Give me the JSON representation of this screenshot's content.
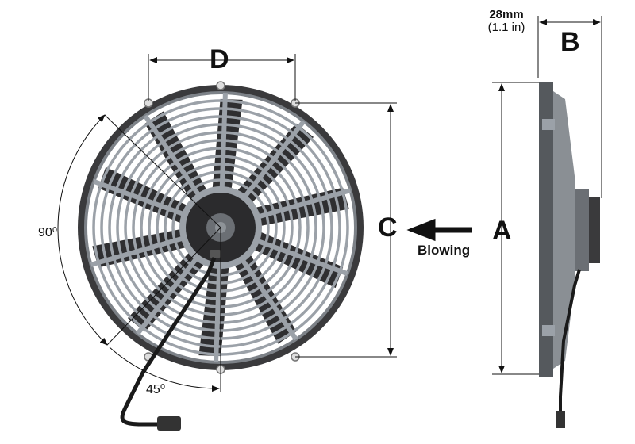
{
  "dimensions": {
    "a_label": "A",
    "b_label": "B",
    "c_label": "C",
    "d_label": "D",
    "b_value_mm": "28mm",
    "b_value_in": "(1.1 in)"
  },
  "airflow": {
    "label": "Blowing",
    "icon": "arrow-left-icon"
  },
  "angles": {
    "large": "90⁰",
    "small": "45⁰"
  },
  "colors": {
    "frame": "#3a3a3c",
    "grille": "#9ba1a8",
    "blade": "#2f2f31",
    "hub": "#2b2b2d",
    "line": "#111111"
  }
}
